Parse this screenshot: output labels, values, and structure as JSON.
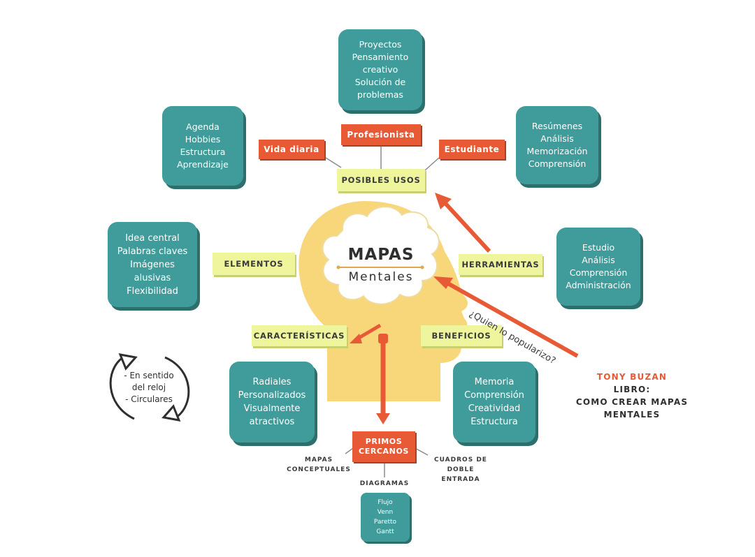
{
  "center": {
    "title": "MAPAS",
    "subtitle": "Mentales"
  },
  "uses": {
    "label": "POSIBLES USOS",
    "professional": {
      "label": "Profesionista",
      "items": [
        "Proyectos",
        "Pensamiento",
        "creativo",
        "Solución de",
        "problemas"
      ]
    },
    "daily": {
      "label": "Vida diaria",
      "items": [
        "Agenda",
        "Hobbies",
        "Estructura",
        "Aprendizaje"
      ]
    },
    "student": {
      "label": "Estudiante",
      "items": [
        "Resúmenes",
        "Análisis",
        "Memorización",
        "Comprensión"
      ]
    }
  },
  "elements": {
    "label": "ELEMENTOS",
    "items": [
      "Idea central",
      "Palabras claves",
      "Imágenes",
      "alusivas",
      "Flexibilidad"
    ]
  },
  "tools": {
    "label": "HERRAMIENTAS",
    "items": [
      "Estudio",
      "Análisis",
      "Comprensión",
      "Administración"
    ]
  },
  "characteristics": {
    "label": "CARACTERÍSTICAS",
    "items": [
      "Radiales",
      "Personalizados",
      "Visualmente",
      "atractivos"
    ]
  },
  "benefits": {
    "label": "BENEFICIOS",
    "items": [
      "Memoria",
      "Comprensión",
      "Creatividad",
      "Estructura"
    ]
  },
  "direction": {
    "items": [
      "- En sentido",
      "del reloj",
      "- Circulares"
    ]
  },
  "popularized": {
    "question": "¿Quien lo popularizo?",
    "author": "TONY BUZAN",
    "book_label": "LIBRO:",
    "book_title_1": "COMO CREAR MAPAS",
    "book_title_2": "MENTALES"
  },
  "relatives": {
    "label_1": "PRIMOS",
    "label_2": "CERCANOS",
    "conceptual_1": "MAPAS",
    "conceptual_2": "CONCEPTUALES",
    "double_entry_1": "CUADROS DE",
    "double_entry_2": "DOBLE",
    "double_entry_3": "ENTRADA",
    "diagrams": {
      "label": "DIAGRAMAS",
      "items": [
        "Flujo",
        "Venn",
        "Paretto",
        "Gantt"
      ]
    }
  },
  "colors": {
    "teal": "#3f9c9a",
    "orange_red": "#e85a35",
    "light_green": "#eef59c",
    "head_yellow": "#f8d67a",
    "dark_text": "#3a3a3a"
  }
}
